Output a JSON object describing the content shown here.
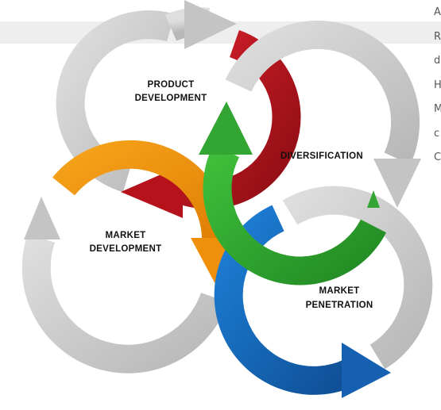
{
  "diagram": {
    "labels": {
      "product_line1": "PRODUCT",
      "product_line2": "DEVELOPMENT",
      "diversification": "DIVERSIFICATION",
      "market_dev_line1": "MARKET",
      "market_dev_line2": "DEVELOPMENT",
      "penetration_line1": "MARKET",
      "penetration_line2": "PENETRATION"
    },
    "colors": {
      "gray": "#c8c8c8",
      "red": "#b5121b",
      "orange": "#f0900a",
      "green": "#33a532",
      "blue": "#1560b0"
    }
  },
  "side_text": {
    "letters": [
      "A",
      "R",
      "d",
      "H",
      "M",
      "c",
      "C"
    ]
  }
}
